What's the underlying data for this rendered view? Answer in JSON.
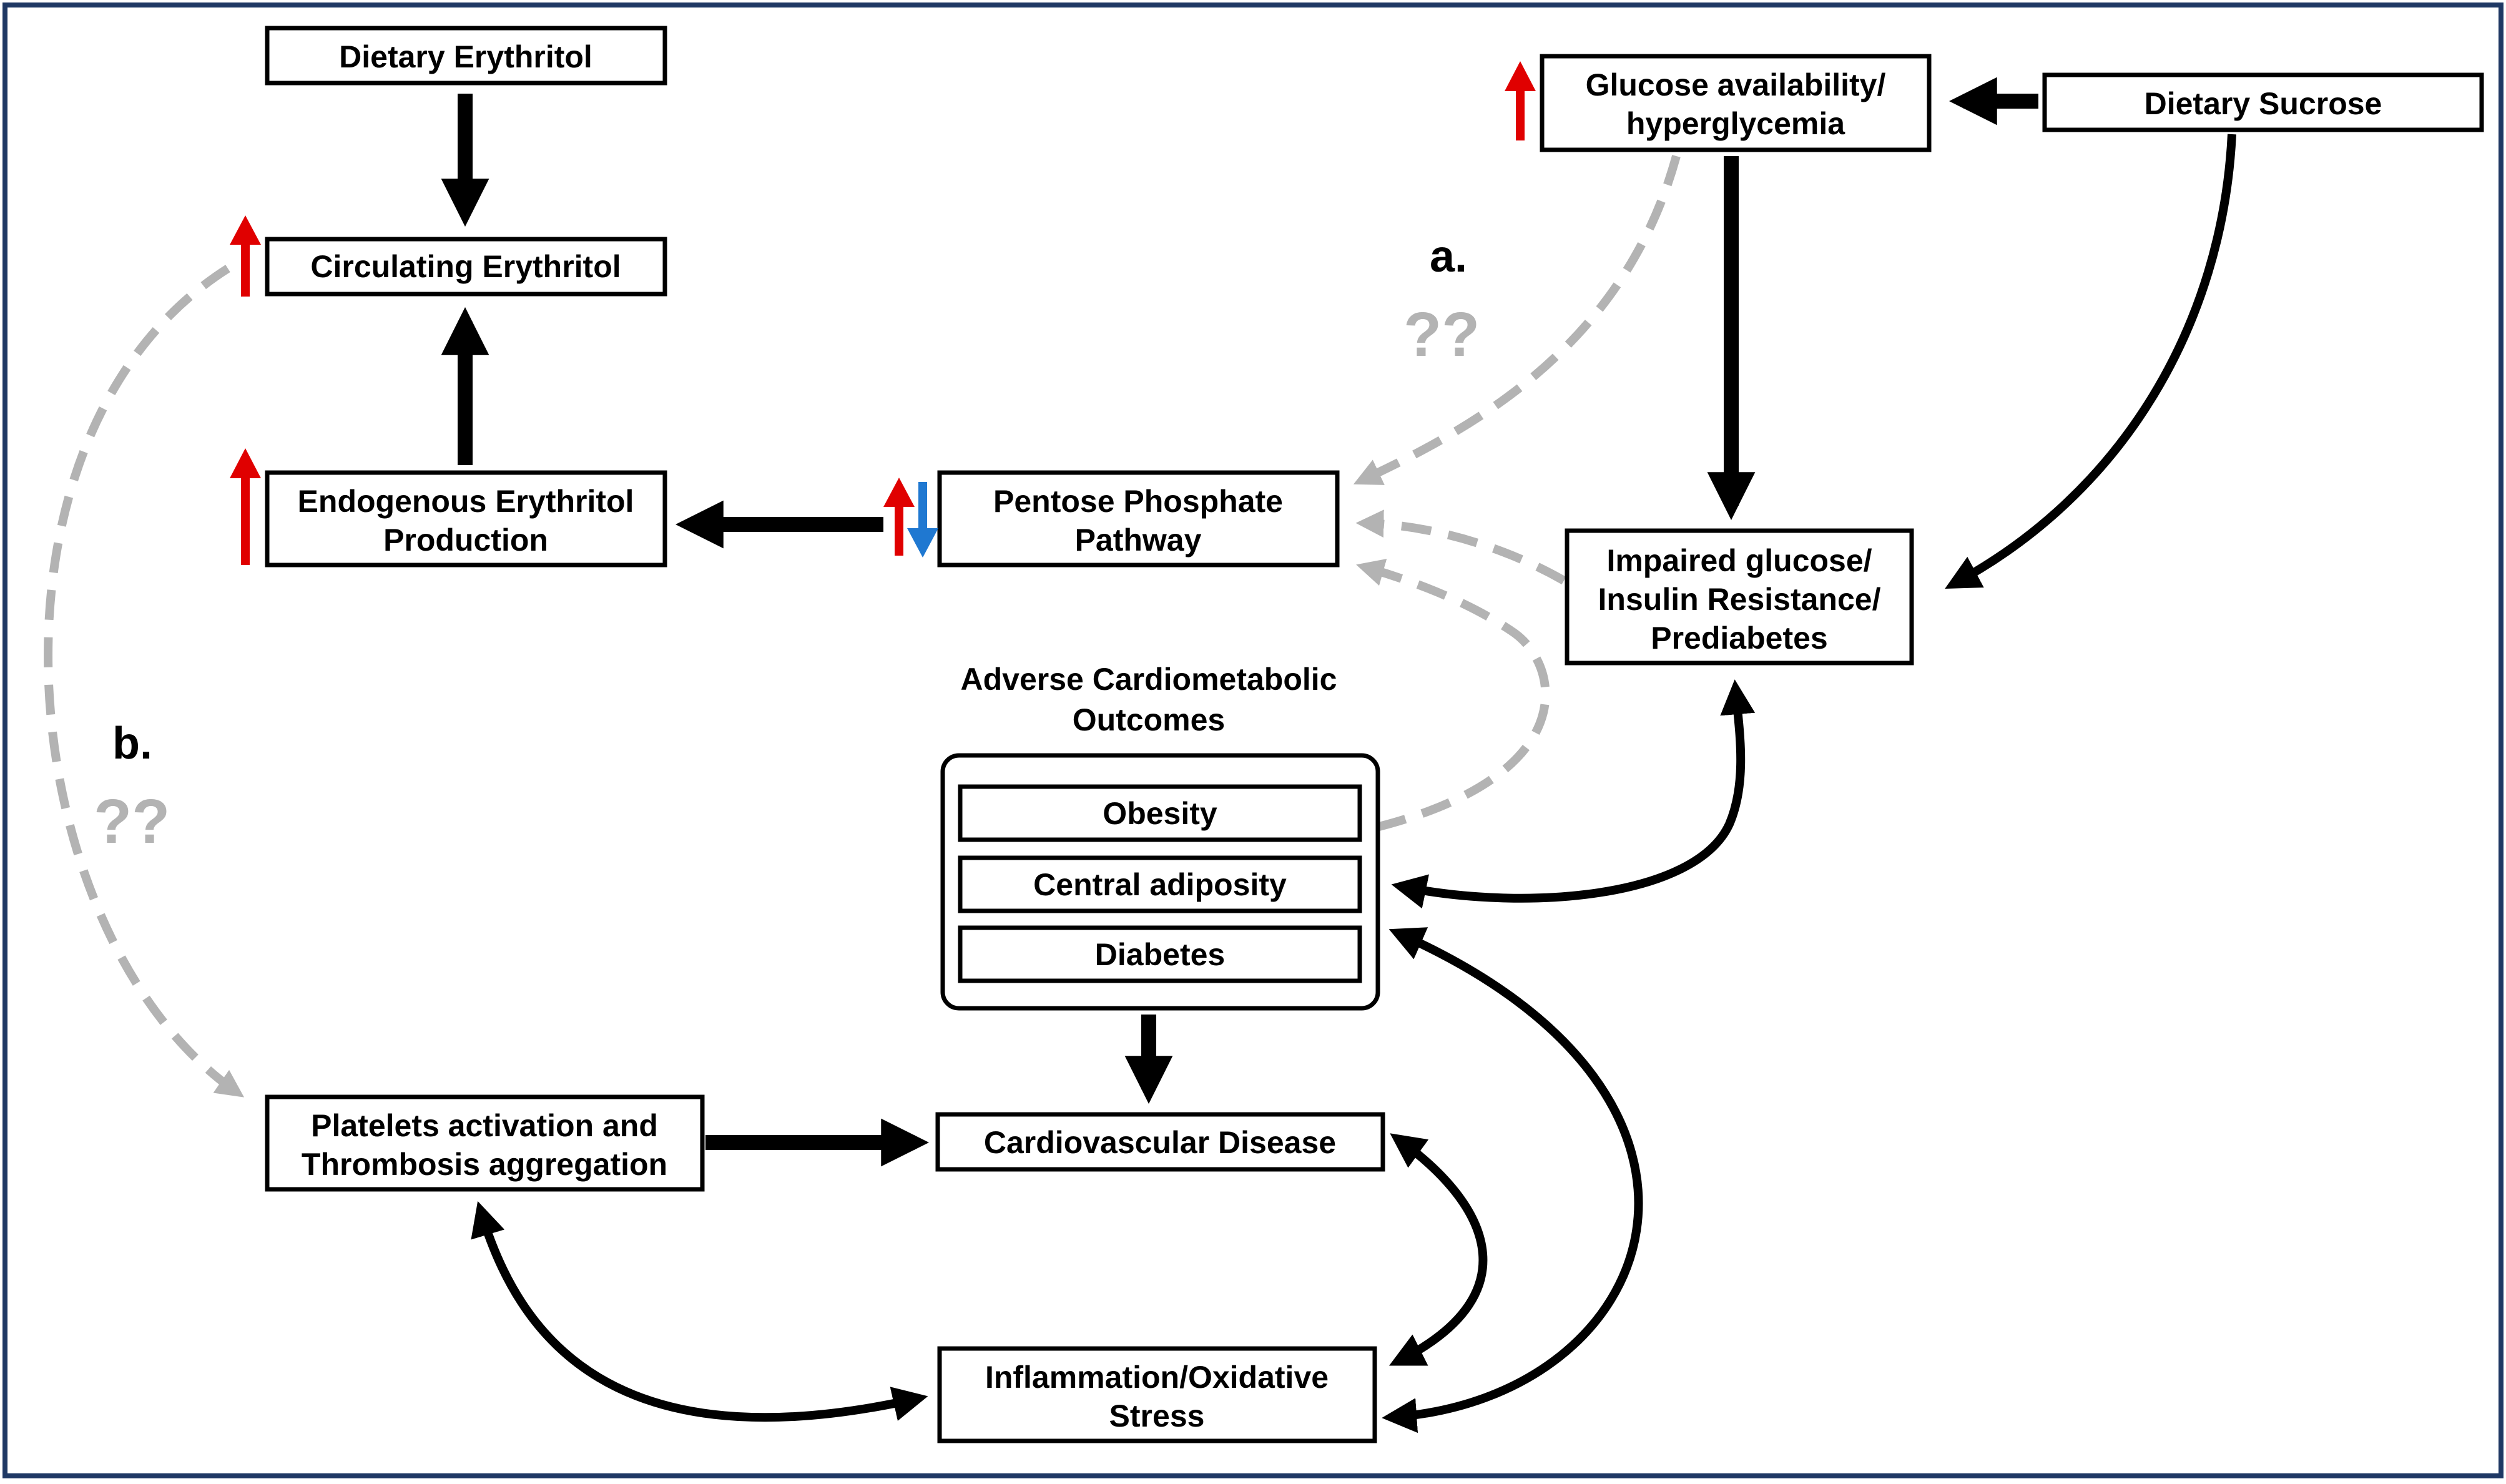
{
  "colors": {
    "frame": "#1f3864",
    "solid_arrow": "#000000",
    "dashed_arrow": "#b3b3b3",
    "increase_arrow": "#e00000",
    "decrease_arrow": "#1f78d1"
  },
  "boxes": {
    "dietary_erythritol": [
      "Dietary Erythritol"
    ],
    "circulating_erythritol": [
      "Circulating Erythritol"
    ],
    "endogenous_production": [
      "Endogenous Erythritol",
      "Production"
    ],
    "pentose_phosphate": [
      "Pentose Phosphate",
      "Pathway"
    ],
    "glucose_availability": [
      "Glucose availability/",
      "hyperglycemia"
    ],
    "dietary_sucrose": [
      "Dietary Sucrose"
    ],
    "impaired_glucose": [
      "Impaired glucose/",
      "Insulin Resistance/",
      "Prediabetes"
    ],
    "platelets": [
      "Platelets activation and",
      "Thrombosis aggregation"
    ],
    "cardiovascular": [
      "Cardiovascular Disease"
    ],
    "inflammation": [
      "Inflammation/Oxidative",
      "Stress"
    ]
  },
  "outcomes": {
    "heading": [
      "Adverse Cardiometabolic",
      "Outcomes"
    ],
    "items": [
      "Obesity",
      "Central adiposity",
      "Diabetes"
    ]
  },
  "annotations": {
    "a_label": "a.",
    "a_question": "??",
    "b_label": "b.",
    "b_question": "??"
  },
  "change_indicators": {
    "circulating_erythritol": "increase-icon",
    "endogenous_production": "increase-icon",
    "glucose_availability": "increase-icon",
    "pentose_phosphate": "increase-decrease-icon"
  }
}
